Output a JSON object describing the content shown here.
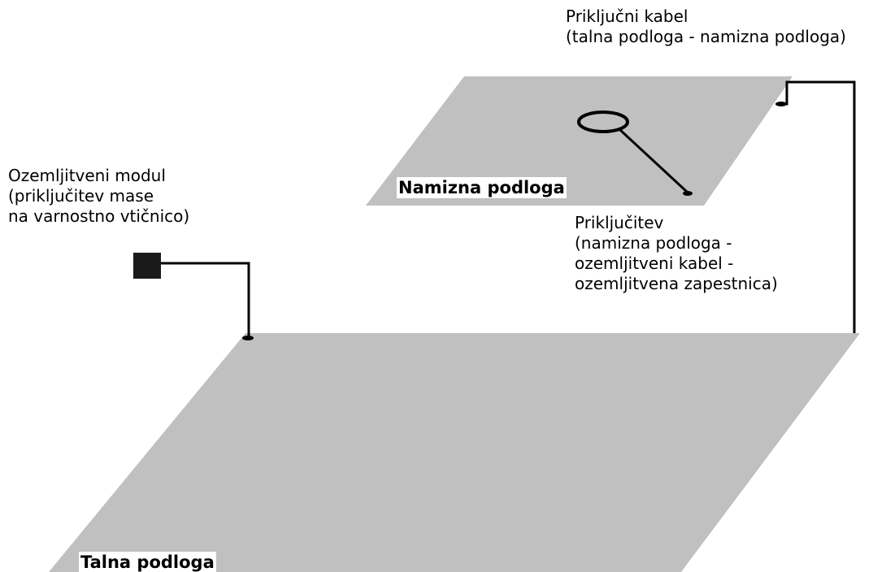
{
  "labels": {
    "connection_cable": {
      "line1": "Priključni kabel",
      "line2": "(talna podloga - namizna podloga)"
    },
    "grounding_module": {
      "line1": "Ozemljitveni modul",
      "line2": "(priključitev mase",
      "line3": "na varnostno vtičnico)"
    },
    "connection": {
      "line1": "Priključitev",
      "line2": "(namizna podloga -",
      "line3": "ozemljitveni kabel -",
      "line4": "ozemljitvena zapestnica)"
    },
    "desk_mat": "Namizna podloga",
    "floor_mat": "Talna podloga"
  },
  "colors": {
    "mat": "#c0c0c0",
    "line": "#000000",
    "module": "#1a1a1a",
    "background": "#ffffff"
  },
  "icons": {
    "wrist_strap": "wrist-strap-ring-icon",
    "grounding_module": "grounding-module-square-icon"
  }
}
